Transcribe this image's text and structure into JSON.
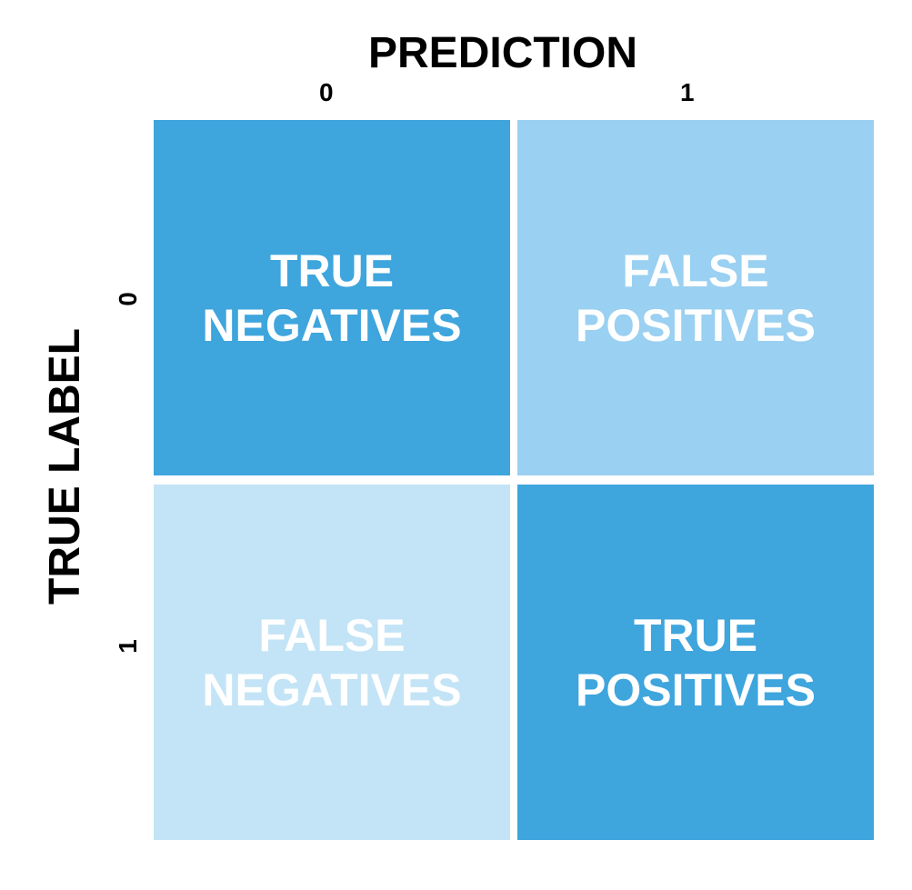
{
  "axes": {
    "x_title": "PREDICTION",
    "y_title": "TRUE LABEL",
    "x_ticks": [
      "0",
      "1"
    ],
    "y_ticks": [
      "0",
      "1"
    ]
  },
  "colors": {
    "dark_blue": "#3ea5dd",
    "mid_blue": "#9ad0f1",
    "light_blue": "#c3e4f6",
    "text": "#ffffff"
  },
  "cells": {
    "true_negatives": {
      "line1": "TRUE",
      "line2": "NEGATIVES",
      "color": "#3ea5dd"
    },
    "false_positives": {
      "line1": "FALSE",
      "line2": "POSITIVES",
      "color": "#9ad0f1"
    },
    "false_negatives": {
      "line1": "FALSE",
      "line2": "NEGATIVES",
      "color": "#c3e4f6"
    },
    "true_positives": {
      "line1": "TRUE",
      "line2": "POSITIVES",
      "color": "#3ea5dd"
    }
  }
}
